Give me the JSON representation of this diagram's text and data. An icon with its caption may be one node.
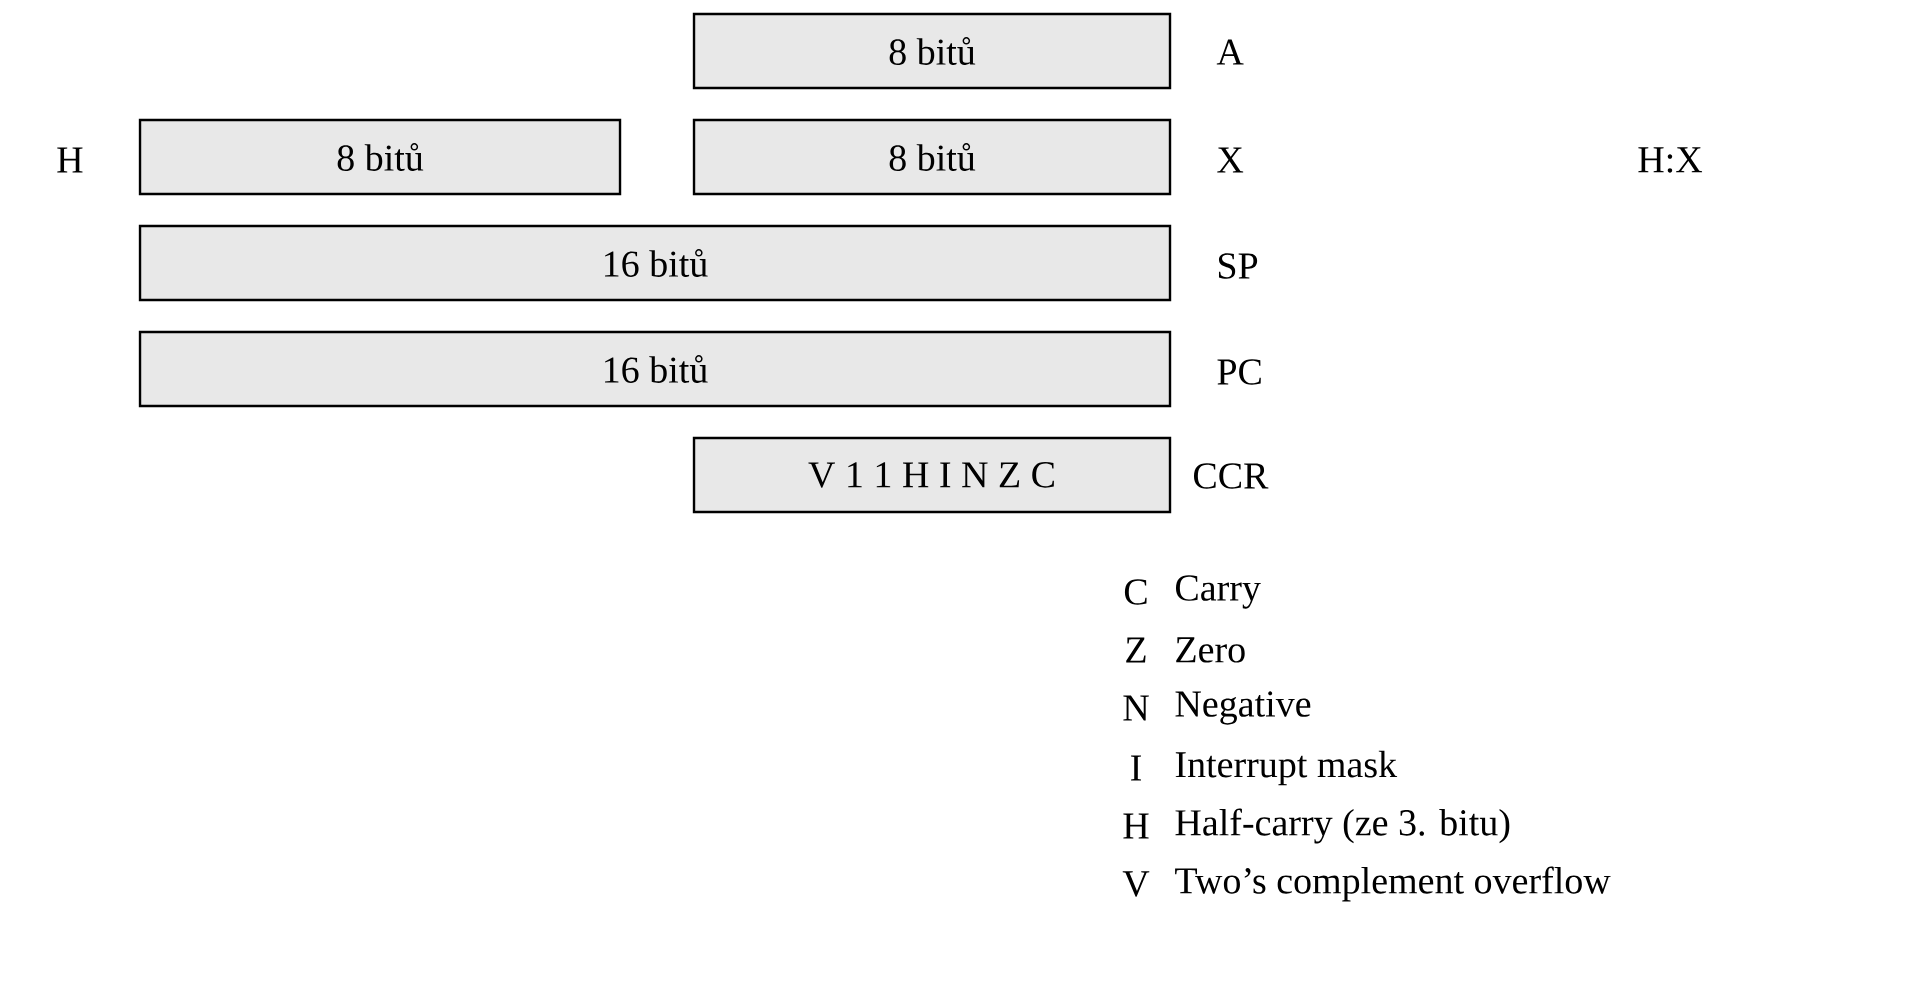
{
  "diagram": {
    "nodes": [
      {
        "text": [
          "8 bitů"
        ],
        "beside": [
          "A"
        ]
      },
      {
        "text": [
          "8 bitů"
        ],
        "beside": [
          "H"
        ]
      },
      {
        "text": [
          "8 bitů"
        ],
        "beside": [
          "X"
        ]
      },
      {
        "text": [
          "16 bitů"
        ],
        "beside": [
          "SP"
        ]
      },
      {
        "text": [
          "16 bitů"
        ],
        "beside": [
          "PC"
        ]
      },
      {
        "text": [
          "V 1 1 H I N Z C"
        ],
        "beside": [
          "CCR"
        ]
      }
    ],
    "labels": [
      "H:X",
      "C",
      "Carry",
      "Z",
      "Zero",
      "N",
      "Negative",
      "I",
      "Interrupt mask",
      "H",
      "Half-carry (ze 3. bitu)",
      "V",
      "Two’s complement overflow"
    ]
  }
}
